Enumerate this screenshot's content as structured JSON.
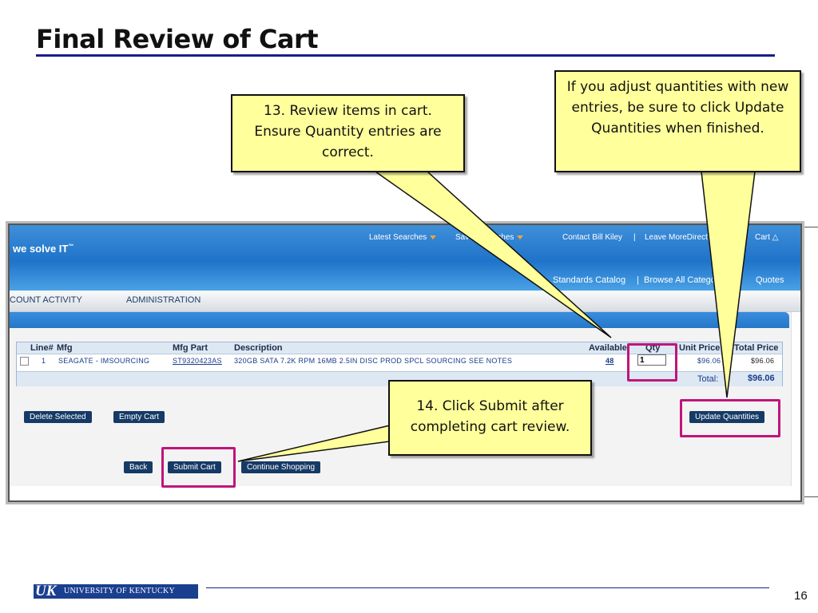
{
  "slide": {
    "title": "Final Review of Cart",
    "page_number": "16",
    "footer_logo_uk": "UK",
    "footer_logo_text": "UNIVERSITY OF KENTUCKY"
  },
  "app": {
    "brand": "we solve IT",
    "brand_tm": "™",
    "top_nav": {
      "latest_searches": "Latest Searches",
      "saved_searches": "Saved Searches",
      "contact": "Contact  Bill Kiley",
      "sep": "|",
      "leave": "Leave MoreDirect",
      "cart": "Cart"
    },
    "sub_nav": {
      "standards_catalog": "Standards Catalog",
      "sep": "|",
      "browse": "Browse All Categories",
      "quotes": "Quotes"
    },
    "menu": [
      "COUNT ACTIVITY",
      "ADMINISTRATION"
    ],
    "table": {
      "headers": [
        "Line#",
        "Mfg",
        "Mfg Part",
        "Description",
        "Available",
        "Qty",
        "Unit Price",
        "Total Price"
      ],
      "rows": [
        {
          "line": "1",
          "mfg": "SEAGATE - IMSOURCING",
          "mfg_part": "ST9320423AS",
          "description": "320GB SATA 7.2K RPM 16MB 2.5IN DISC PROD SPCL SOURCING SEE NOTES",
          "available": "48",
          "qty": "1",
          "unit_price": "$96.06",
          "total_price": "$96.06"
        }
      ],
      "total_label": "Total:",
      "total_value": "$96.06"
    },
    "buttons": {
      "delete_selected": "Delete Selected",
      "empty_cart": "Empty Cart",
      "update_quantities": "Update Quantities",
      "back": "Back",
      "submit_cart": "Submit Cart",
      "continue_shopping": "Continue Shopping"
    }
  },
  "callouts": {
    "step13": "13. Review items in cart. Ensure Quantity entries are correct.",
    "adjust": "If you adjust quantities with new entries, be sure to click Update Quantities when finished.",
    "step14": "14. Click Submit after completing cart review."
  },
  "colors": {
    "title_rule": "#1c1c8c",
    "callout_fill": "#ffff9c",
    "highlight": "#c01579",
    "banner": "#1f73c9",
    "button": "#163a66"
  }
}
